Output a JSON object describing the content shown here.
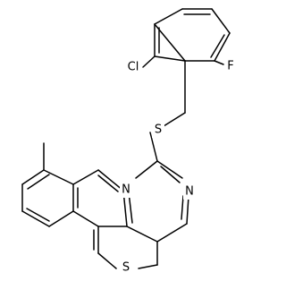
{
  "molecule": {
    "atoms": {
      "cl": "Cl",
      "f": "F",
      "s_thioether": "S",
      "n_left": "N",
      "n_right": "N",
      "s_ring": "S"
    }
  },
  "colors": {
    "bond": "#000000",
    "background": "#ffffff"
  }
}
